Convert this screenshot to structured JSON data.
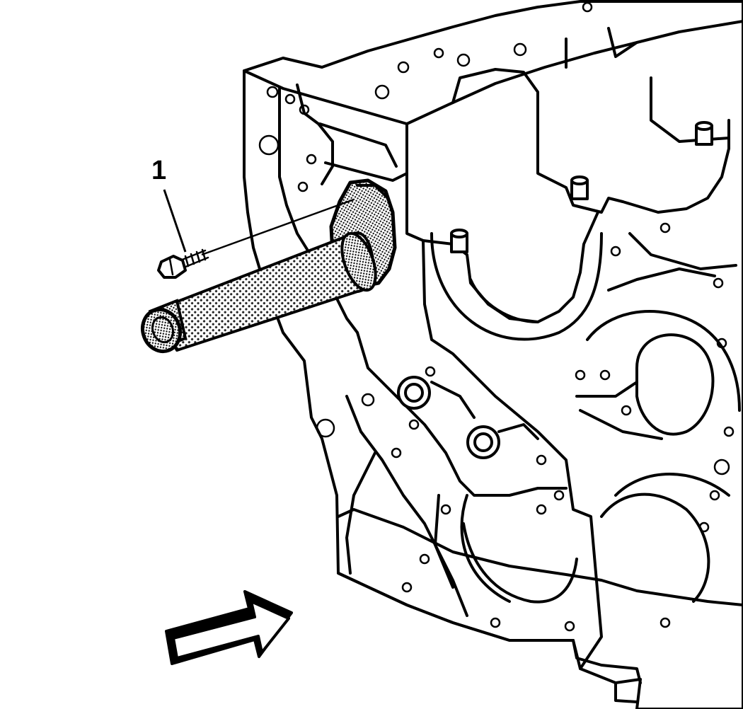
{
  "callouts": [
    {
      "id": "1",
      "label": "1",
      "part": "bolt"
    }
  ],
  "icons": {
    "direction": "view-direction-arrow-icon",
    "tool": "shaft-tool-icon",
    "fastener": "bolt-icon"
  },
  "colors": {
    "line": "#000000",
    "background": "#ffffff",
    "arrow_face": "#ffffff",
    "arrow_shadow": "#000000"
  }
}
